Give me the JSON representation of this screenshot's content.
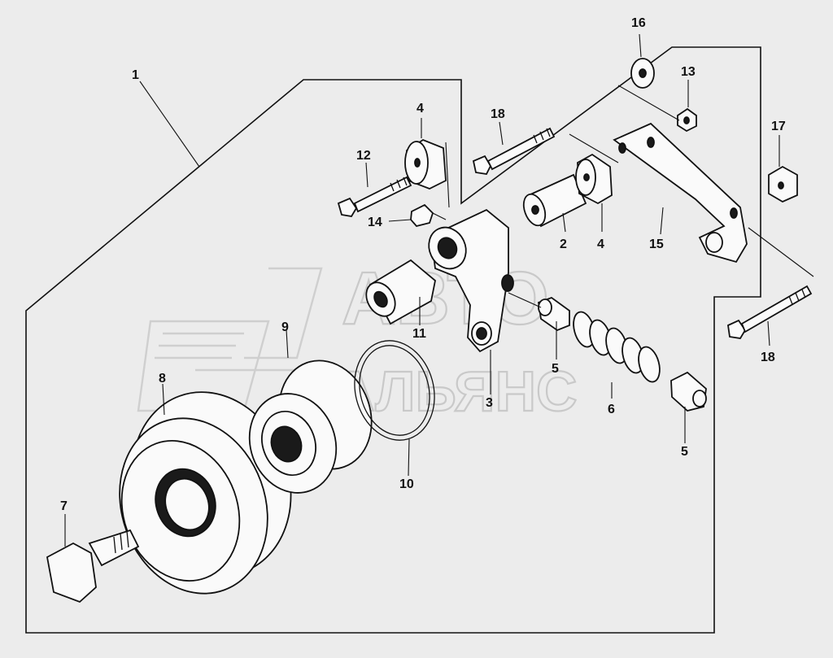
{
  "watermark": {
    "line1": "АВТО",
    "line2": "АЛЬЯНС"
  },
  "callouts": [
    {
      "id": "c1",
      "label": "1"
    },
    {
      "id": "c2",
      "label": "2"
    },
    {
      "id": "c3",
      "label": "3"
    },
    {
      "id": "c4a",
      "label": "4"
    },
    {
      "id": "c4b",
      "label": "4"
    },
    {
      "id": "c5a",
      "label": "5"
    },
    {
      "id": "c5b",
      "label": "5"
    },
    {
      "id": "c6",
      "label": "6"
    },
    {
      "id": "c7",
      "label": "7"
    },
    {
      "id": "c8",
      "label": "8"
    },
    {
      "id": "c9",
      "label": "9"
    },
    {
      "id": "c10",
      "label": "10"
    },
    {
      "id": "c11",
      "label": "11"
    },
    {
      "id": "c12",
      "label": "12"
    },
    {
      "id": "c13",
      "label": "13"
    },
    {
      "id": "c14",
      "label": "14"
    },
    {
      "id": "c15",
      "label": "15"
    },
    {
      "id": "c16",
      "label": "16"
    },
    {
      "id": "c17",
      "label": "17"
    },
    {
      "id": "c18a",
      "label": "18"
    },
    {
      "id": "c18b",
      "label": "18"
    }
  ]
}
